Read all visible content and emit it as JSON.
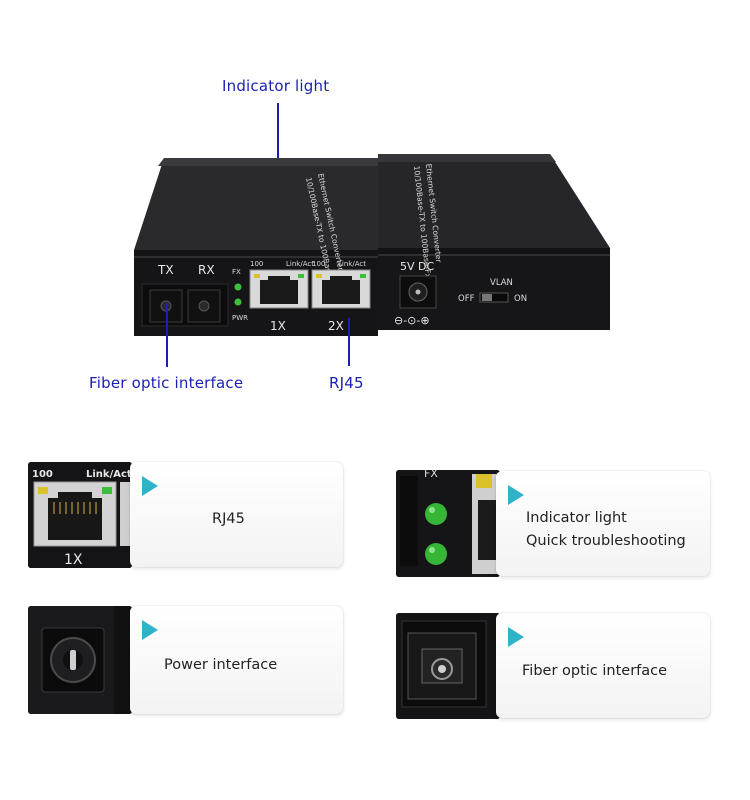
{
  "annotations": {
    "indicator_light": "Indicator light",
    "fiber_optic_interface": "Fiber optic interface",
    "rj45": "RJ45"
  },
  "front_panel": {
    "tx": "TX",
    "rx": "RX",
    "fx": "FX",
    "pwr": "PWR",
    "port1_speed": "100",
    "port1_link": "Link/Act",
    "port2_speed": "100",
    "port2_link": "Link/Act",
    "port1_label": "1X",
    "port2_label": "2X",
    "top_label_line1": "Ethernet Switch Converter",
    "top_label_line2": "10/100Base-TX to 100Base-Fx"
  },
  "back_panel": {
    "power_label": "5V DC",
    "vlan": "VLAN",
    "off": "OFF",
    "on": "ON",
    "polarity": "⊖-⊙-⊕",
    "top_label_line1": "Ethernet Switch Converter",
    "top_label_line2": "10/100Base-TX to 100Base-Fx"
  },
  "cards": {
    "rj45": {
      "text": "RJ45",
      "thumb_speed": "100",
      "thumb_link": "Link/Act",
      "thumb_port": "1X"
    },
    "indicator": {
      "line1": "Indicator light",
      "line2": "Quick troubleshooting",
      "thumb_label": "FX"
    },
    "power": {
      "text": "Power interface"
    },
    "fiber": {
      "text": "Fiber optic interface"
    }
  },
  "colors": {
    "annotation_blue": "#1a1fb5",
    "accent_cyan": "#2fb3c9",
    "device_black": "#1b1b1d",
    "led_green": "#3cc03c",
    "led_yellow": "#d9c22a"
  }
}
